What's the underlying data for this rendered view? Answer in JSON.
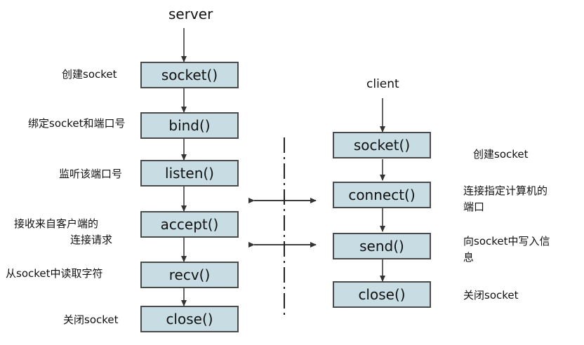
{
  "server": {
    "title": "server",
    "steps": [
      {
        "box": "socket()",
        "note": "创建socket"
      },
      {
        "box": "bind()",
        "note": "绑定socket和端口号"
      },
      {
        "box": "listen()",
        "note": "监听该端口号"
      },
      {
        "box": "accept()",
        "note_line1": "接收来自客户端的",
        "note_line2": "连接请求"
      },
      {
        "box": "recv()",
        "note": "从socket中读取字符"
      },
      {
        "box": "close()",
        "note": "关闭socket"
      }
    ]
  },
  "client": {
    "title": "client",
    "steps": [
      {
        "box": "socket()",
        "note": "创建socket"
      },
      {
        "box": "connect()",
        "note_line1": "连接指定计算机的",
        "note_line2": "端口"
      },
      {
        "box": "send()",
        "note_line1": "向socket中写入信",
        "note_line2": "息"
      },
      {
        "box": "close()",
        "note": "关闭socket"
      }
    ]
  },
  "colors": {
    "box_fill": "#c7dde3",
    "box_border": "#4a4a4a",
    "line": "#333333"
  }
}
